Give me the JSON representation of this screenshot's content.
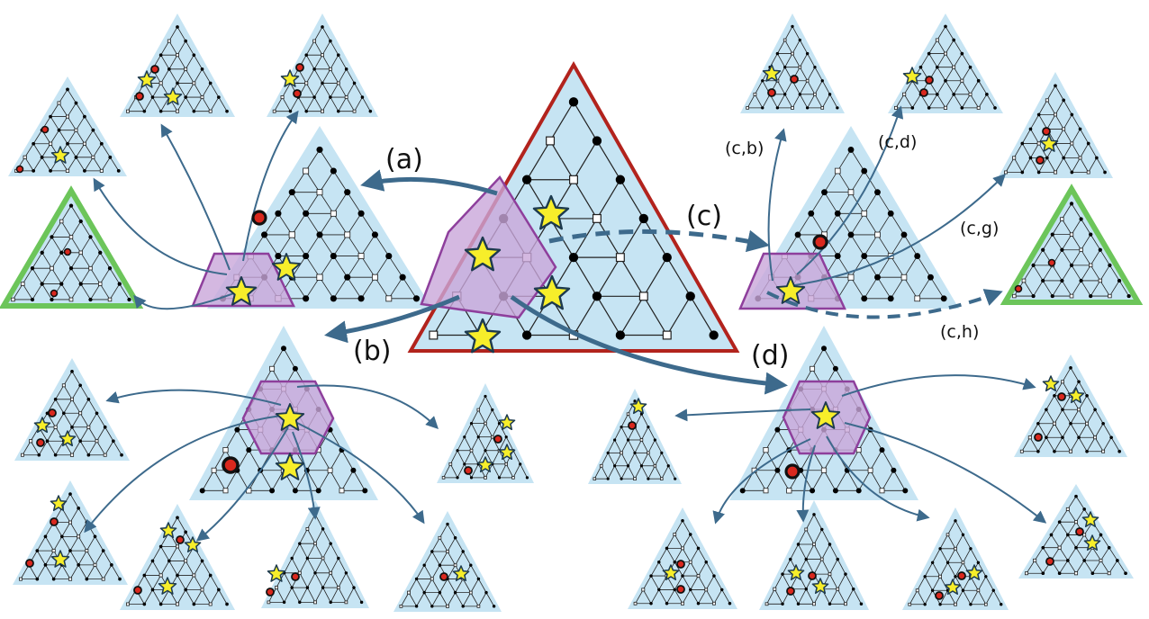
{
  "labels": {
    "a": "(a)",
    "b": "(b)",
    "c": "(c)",
    "d": "(d)",
    "cb": "(c,b)",
    "cd": "(c,d)",
    "cg": "(c,g)",
    "ch": "(c,h)"
  },
  "colors": {
    "triangle_fill": "#c6e4f3",
    "main_border": "#b2231d",
    "goal_border": "#6cc55a",
    "region_fill": "#c9a6d9",
    "region_stroke": "#8e3f9c",
    "star_fill": "#f7ee2a",
    "star_stroke": "#1d3a4e",
    "arrow": "#3d6a8c",
    "node": "#000000",
    "red_node": "#d9281e"
  }
}
